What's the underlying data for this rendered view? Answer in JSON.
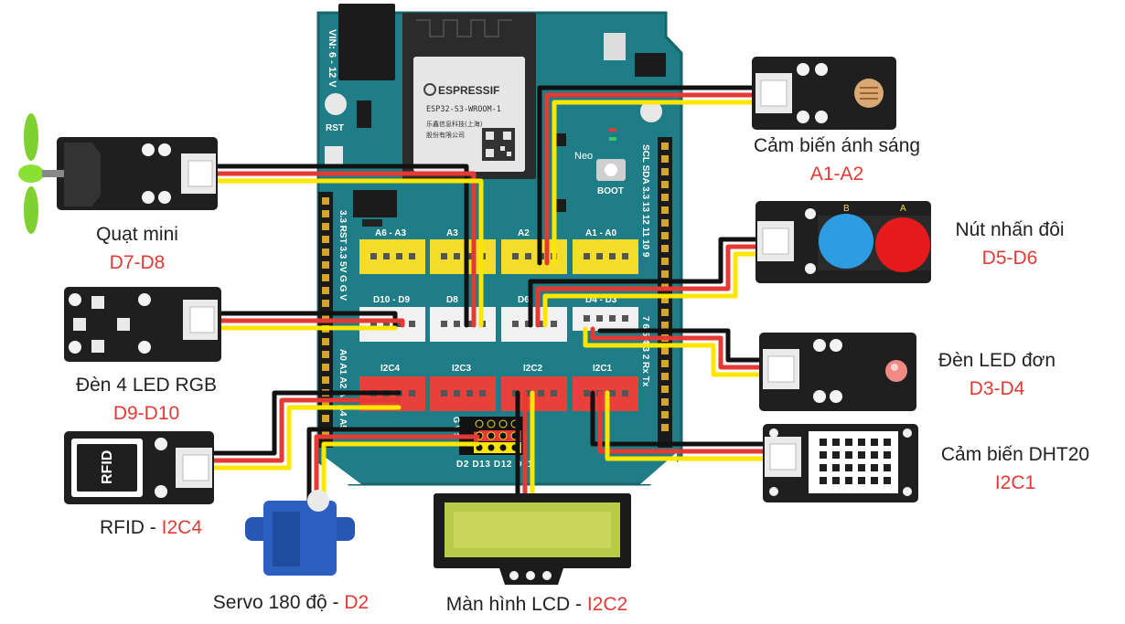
{
  "colors": {
    "board": "#1e7d86",
    "board_edge": "#16656d",
    "module": "#1f1f1f",
    "connector": "#eaeaea",
    "header_yellow": "#f3dd2a",
    "header_white": "#f1f1f1",
    "header_red": "#e8413c",
    "wire_red": "#e53935",
    "wire_yellow": "#ffe600",
    "wire_black": "#111111",
    "pin_label": "#e53935",
    "text": "#222222"
  },
  "board": {
    "chip_brand": "ESPRESSIF",
    "chip_model": "ESP32-S3-WROOM-1",
    "chip_note_1": "乐鑫信息科技(上海)",
    "chip_note_2": "股份有限公司",
    "vin_label": "VIN: 6 - 12 V",
    "rst_label": "RST",
    "neo_label": "Neo",
    "boot_label": "BOOT",
    "left_pin_labels": "3.3 RST 3.3 5V G G V",
    "left_pin_labels_2": "A0 A1 A2 A3 A4 A5",
    "right_pin_labels": "SCL SDA 3.3 13 12 11 10 9",
    "right_pin_labels_2": "7 6 5 4 3 2 Rx Tx",
    "port_a6_a3": "A6 - A3",
    "port_a3": "A3",
    "port_a2": "A2",
    "port_a1_a0": "A1 - A0",
    "port_d10_d9": "D10 - D9",
    "port_d8": "D8",
    "port_d6": "D6",
    "port_d4_d3": "D4 - D3",
    "port_i2c4": "I2C4",
    "port_i2c3": "I2C3",
    "port_i2c2": "I2C2",
    "port_i2c1": "I2C1",
    "servo_header": "D2 D13 D12 D11",
    "servo_gvs": "G V S"
  },
  "modules": {
    "fan": {
      "name": "Quạt mini",
      "pins": "D7-D8"
    },
    "rgb": {
      "name": "Đèn 4 LED RGB",
      "pins": "D9-D10"
    },
    "rfid": {
      "name": "RFID - ",
      "pins": "I2C4",
      "chip_text": "RFID"
    },
    "servo": {
      "name": "Servo 180 độ - ",
      "pins": "D2"
    },
    "lcd": {
      "name": "Màn hình LCD - ",
      "pins": "I2C2"
    },
    "light": {
      "name": "Cảm biến ánh sáng",
      "pins": "A1-A2"
    },
    "button": {
      "name": "Nút nhấn đôi",
      "pins": "D5-D6",
      "btn_b": "B",
      "btn_a": "A"
    },
    "led": {
      "name": "Đèn LED đơn",
      "pins": "D3-D4"
    },
    "dht": {
      "name": "Cảm biến DHT20",
      "pins": "I2C1"
    }
  }
}
